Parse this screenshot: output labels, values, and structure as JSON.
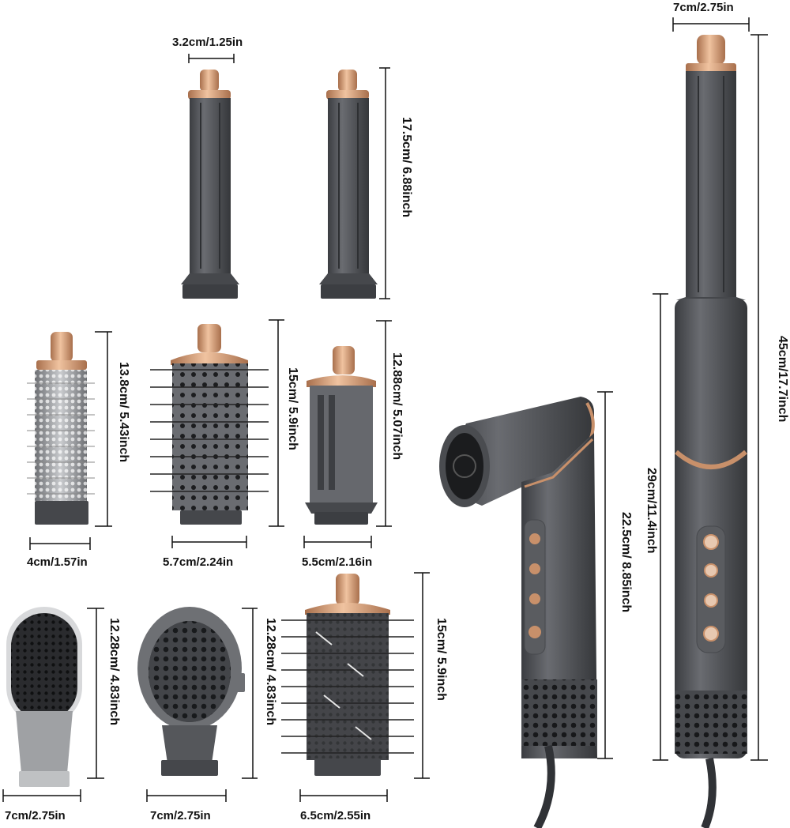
{
  "colors": {
    "body": "#56585c",
    "body_dark": "#3e4044",
    "copper": "#c8906a",
    "copper_light": "#e9b894",
    "bristle": "#1f2022",
    "line": "#111111"
  },
  "labels": {
    "barrel_width": "3.2cm/1.25in",
    "barrel_length": "17.5cm/ 6.88inch",
    "round_brush_small_length": "13.8cm/ 5.43inch",
    "round_brush_small_width": "4cm/1.57in",
    "paddle_round_brush_length": "15cm/ 5.9inch",
    "paddle_round_brush_width": "5.7cm/2.24in",
    "volumizer_length": "12.88cm/ 5.07inch",
    "volumizer_width": "5.5cm/2.16in",
    "smoothing_brush_length": "12.28cm/ 4.83inch",
    "smoothing_brush_width": "7cm/2.75in",
    "diffuser_length": "12.28cm/ 4.83inch",
    "diffuser_width": "7cm/2.75in",
    "large_round_brush_length": "15cm/ 5.9inch",
    "large_round_brush_width": "6.5cm/2.55in",
    "dryer_height": "22.5cm/ 8.85inch",
    "handle_height": "29cm/11.4inch",
    "styler_total_height": "45cm/17.7inch",
    "styler_width": "7cm/2.75in"
  }
}
